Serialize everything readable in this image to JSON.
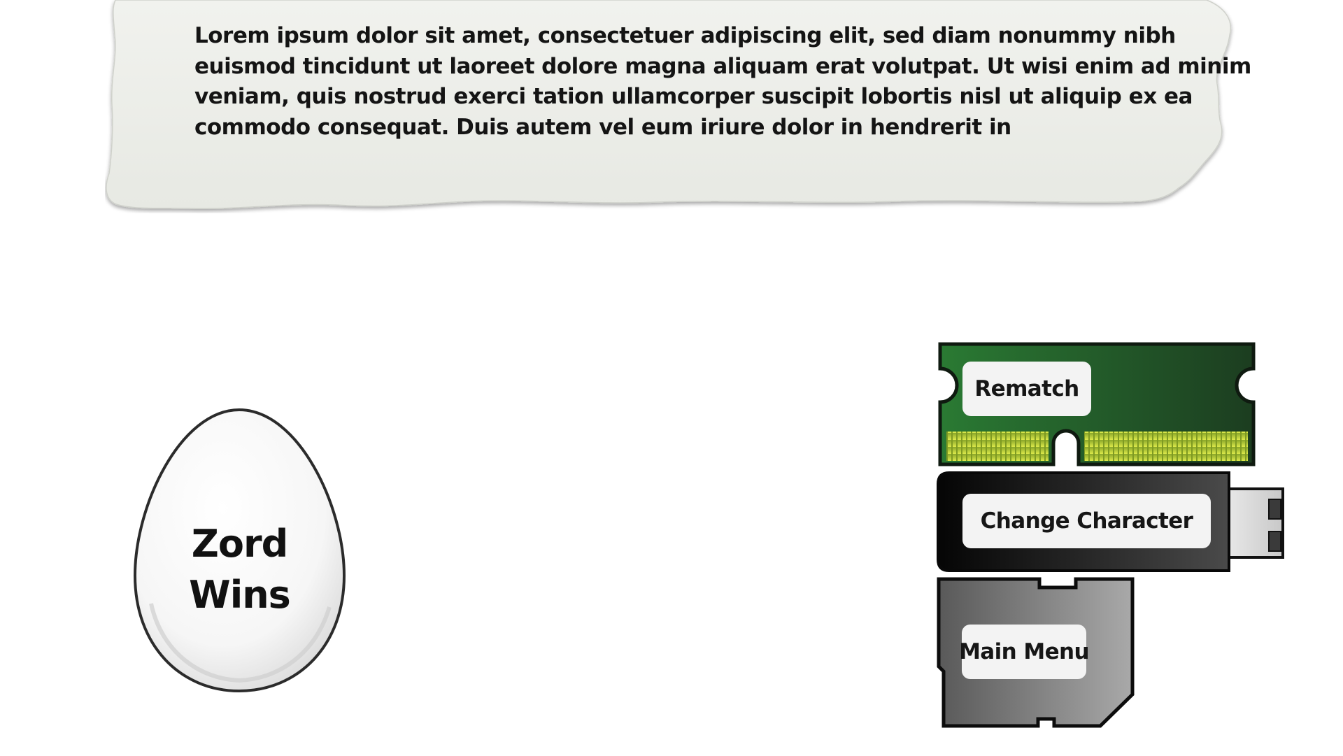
{
  "banner": {
    "text": "Lorem ipsum dolor sit amet, consectetuer adipiscing elit, sed diam nonummy nibh euismod tincidunt ut laoreet dolore magna aliquam erat volutpat. Ut wisi enim ad minim veniam, quis nostrud exerci tation ullamcorper suscipit lobortis nisl ut aliquip ex ea commodo consequat. Duis autem vel eum iriure dolor in hendrerit in"
  },
  "result": {
    "line1": "Zord",
    "line2": "Wins"
  },
  "menu": {
    "rematch_label": "Rematch",
    "change_character_label": "Change Character",
    "main_menu_label": "Main Menu"
  },
  "icons": {
    "rematch": "ram-stick-icon",
    "change_character": "usb-drive-icon",
    "main_menu": "sd-card-icon"
  },
  "colors": {
    "paper": "#eceee8",
    "ram_green": "#236b2c",
    "ram_contacts": "#c8d62a",
    "usb_body": "#1a1a1a",
    "sd_body": "#8a8a8a"
  }
}
